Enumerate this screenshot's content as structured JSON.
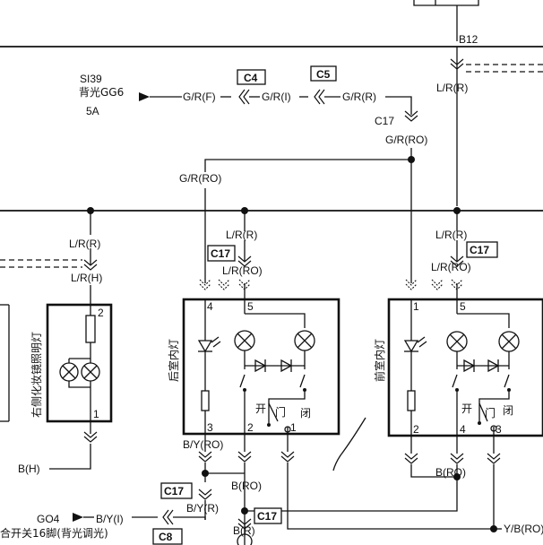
{
  "labels": {
    "b12": "B12",
    "lr_top": "L/R(R)",
    "si39": "SI39",
    "backlight_gg6": "背光GG6",
    "fuse_5a": "5A",
    "grf": "G/R(F)",
    "gri": "G/R(I)",
    "grr": "G/R(R)",
    "c4": "C4",
    "c5": "C5",
    "c17_a": "C17",
    "grro_a": "G/R(RO)",
    "grro_b": "G/R(RO)",
    "lr_left": "L/R(R)",
    "lrh": "L/R(H)",
    "lr_mid": "L/R(R)",
    "c17_b": "C17",
    "lrro_mid": "L/R(RO)",
    "lr_right": "L/R(R)",
    "c17_c": "C17",
    "lrro_right": "L/R(RO)",
    "vanity_lamp": "右侧化妆镜照明灯",
    "rear_lamp": "后室内灯",
    "front_lamp": "前室内灯",
    "pin2_vanity": "2",
    "pin1_vanity": "1",
    "rear_pin4": "4",
    "rear_pin5": "5",
    "rear_pin3": "3",
    "rear_pin2": "2",
    "rear_pin1": "1",
    "front_pin1": "1",
    "front_pin5": "5",
    "front_pin2": "2",
    "front_pin4": "4",
    "front_pin3": "3",
    "sw_open_rear": "开",
    "sw_door_rear": "门",
    "sw_close_rear": "闭",
    "sw_open_front": "开",
    "sw_door_front": "门",
    "sw_close_front": "闭",
    "byro": "B/Y(RO)",
    "bh": "B(H)",
    "bro_rear": "B(RO)",
    "bro_front": "B(RO)",
    "c17_d": "C17",
    "byr": "B/Y(R)",
    "br": "B(R)",
    "c17_e": "C17",
    "go4": "GO4",
    "byi": "B/Y(I)",
    "c8": "C8",
    "combo_switch": "合开关16脚(背光调光)",
    "ybro": "Y/B(RO)"
  }
}
